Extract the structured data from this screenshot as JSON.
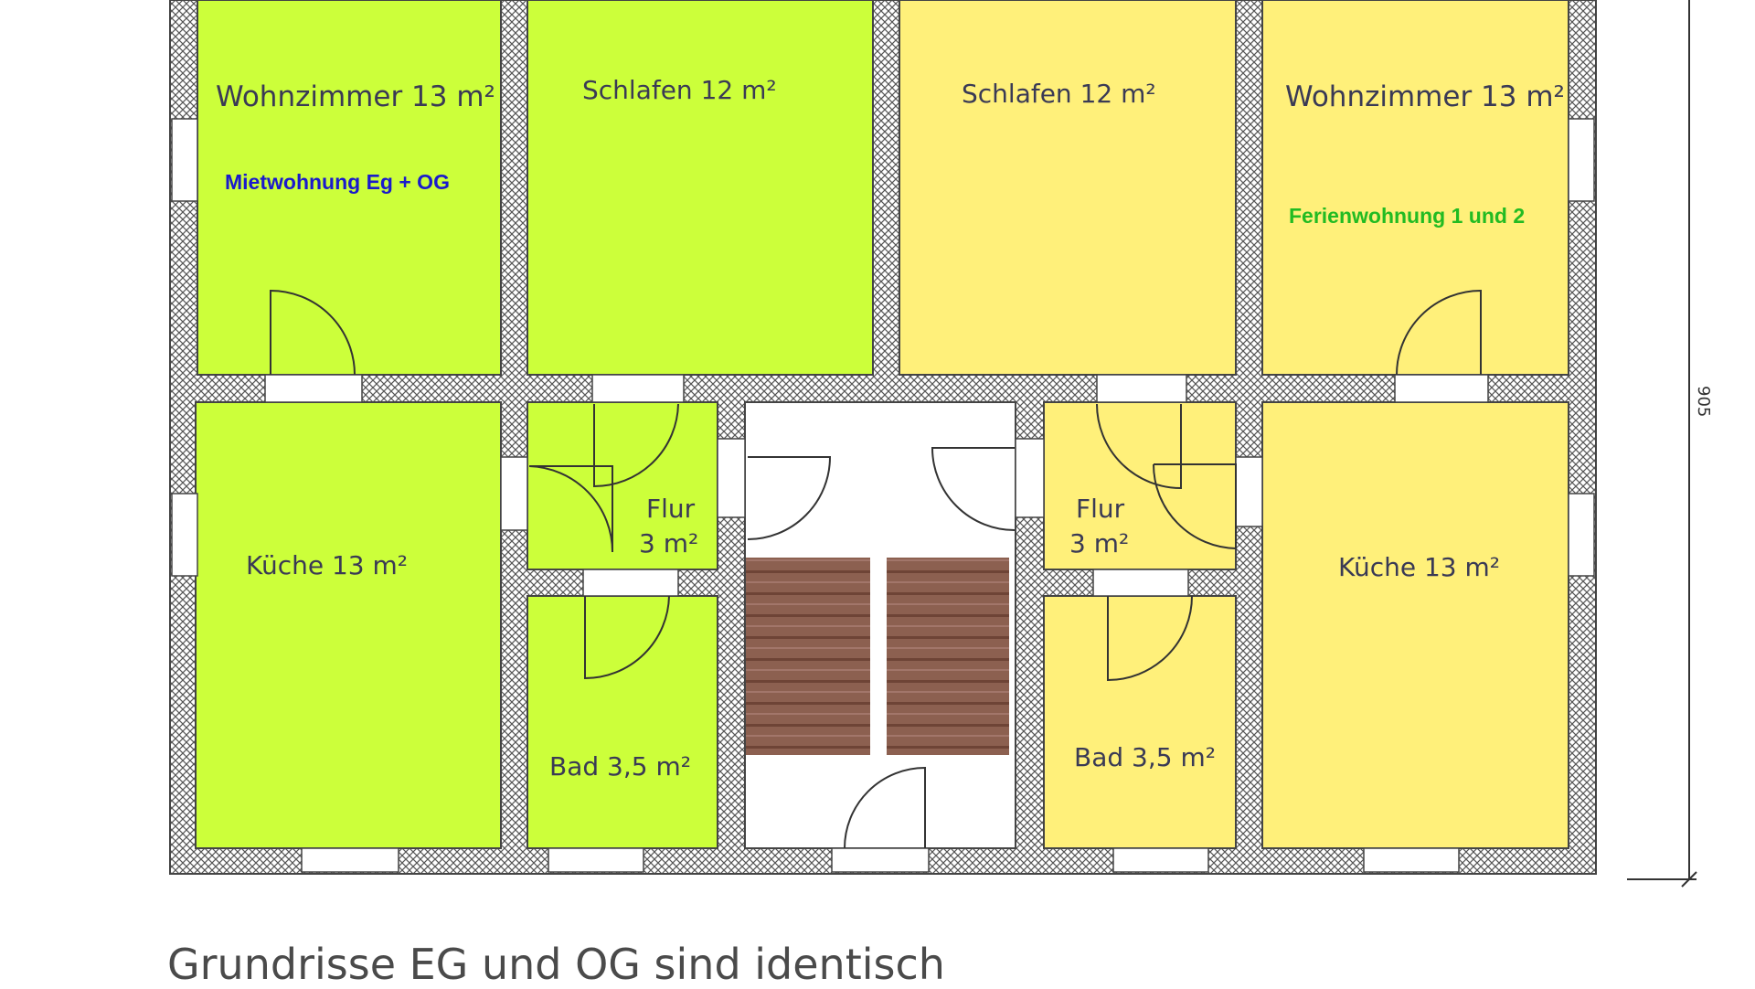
{
  "rooms": {
    "wohnzimmer_left": "Wohnzimmer 13 m²",
    "schlafen_left": "Schlafen 12 m²",
    "schlafen_right": "Schlafen 12 m²",
    "wohnzimmer_right": "Wohnzimmer 13 m²",
    "kueche_left": "Küche 13 m²",
    "kueche_right": "Küche 13 m²",
    "flur_left_line1": "Flur",
    "flur_left_line2": "3 m²",
    "flur_right_line1": "Flur",
    "flur_right_line2": "3 m²",
    "bad_left": "Bad 3,5 m²",
    "bad_right": "Bad 3,5 m²"
  },
  "notes": {
    "left": "Mietwohnung Eg + OG",
    "right": "Ferienwohnung 1 und 2"
  },
  "dimension": "905",
  "caption": "Grundrisse EG und OG sind identisch",
  "colors": {
    "green_unit": "#ccff3a",
    "yellow_unit": "#fff07a",
    "note_left": "#1a1acc",
    "note_right": "#22bb22",
    "stair": "#8a5a4a"
  }
}
